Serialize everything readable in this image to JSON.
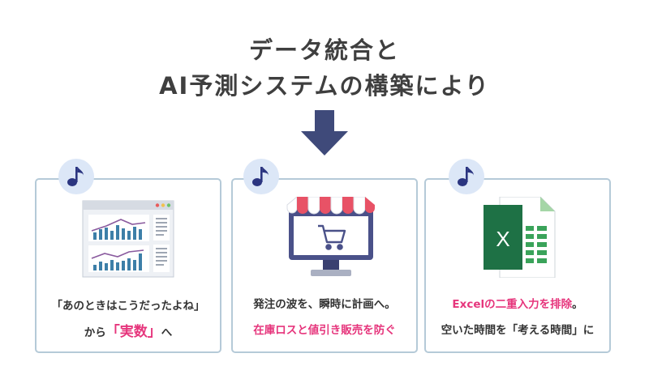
{
  "headline": {
    "line1": "データ統合と",
    "line2": "AI予測システムの構築により"
  },
  "colors": {
    "arrow": "#3f4a7a",
    "card_border": "#b5cad8",
    "badge": "#dce7f7",
    "note": "#2b3580",
    "highlight": "#e6357c"
  },
  "cards": [
    {
      "icon": "dashboard-chart-icon",
      "line1": "「あのときはこうだったよね」",
      "line2_pre": "から",
      "line2_hl": "「実数」",
      "line2_post": "へ"
    },
    {
      "icon": "online-shop-monitor-icon",
      "line1": "発注の波を、瞬時に計画へ。",
      "line2_hl": "在庫ロスと値引き販売を防ぐ"
    },
    {
      "icon": "excel-spreadsheet-icon",
      "excel_letter": "X",
      "line1_hl": "Excelの二重入力を排除",
      "line1_post": "。",
      "line2": "空いた時間を「考える時間」に"
    }
  ]
}
